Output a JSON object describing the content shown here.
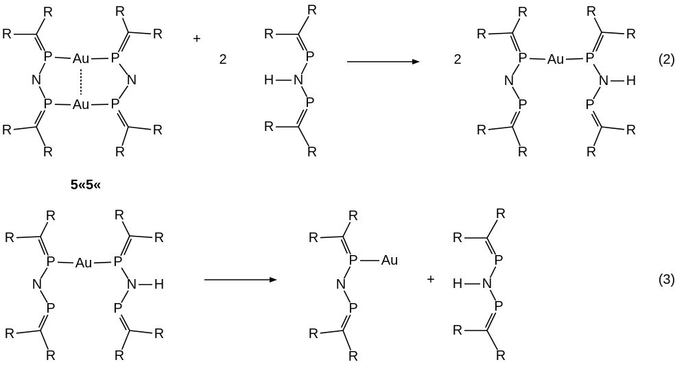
{
  "atoms": {
    "R": "R",
    "P": "P",
    "N": "N",
    "Au": "Au",
    "H": "H"
  },
  "equation_2": {
    "plus": "+",
    "reagent_coefficient": "2",
    "product_coefficient": "2",
    "number": "(2)"
  },
  "equation_3": {
    "plus": "+",
    "number": "(3)"
  },
  "compound_label": "5«5«"
}
